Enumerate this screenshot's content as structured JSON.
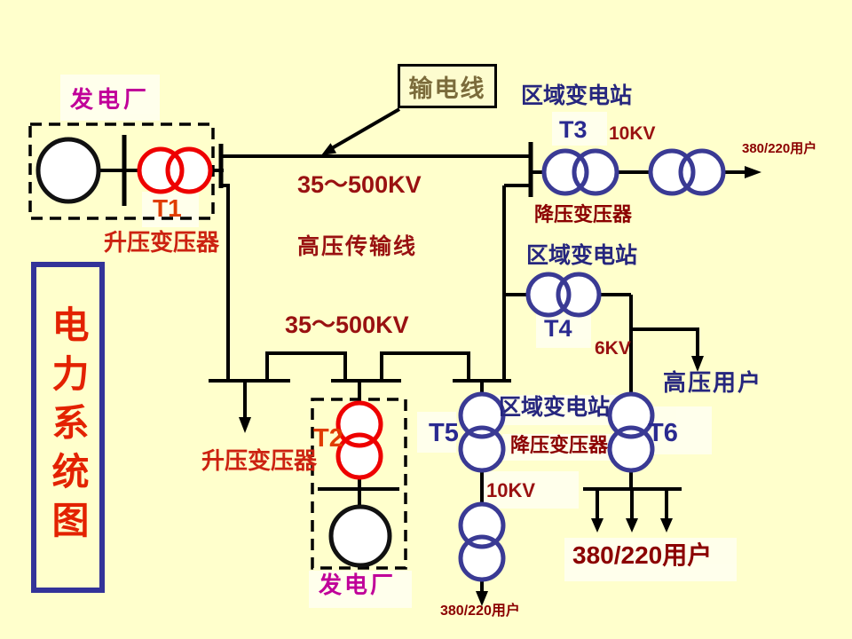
{
  "title": {
    "text": "电力系统图"
  },
  "labels": {
    "plant_top": "发电厂",
    "t1": "T1",
    "stepup_1": "升压变压器",
    "kv_range_1": "35～500KV",
    "hv_line": "高压传输线",
    "kv_range_2": "35～500KV",
    "transmission_line": "输电线",
    "substation_1": "区域变电站",
    "t3": "T3",
    "kv10_1": "10KV",
    "users_380_220_right": "380/220用户",
    "stepdown_1": "降压变压器",
    "substation_2": "区域变电站",
    "t4": "T4",
    "kv6": "6KV",
    "hv_users": "高压用户",
    "t5": "T5",
    "substation_3": "区域变电站",
    "stepdown_2": "降压变压器",
    "t6": "T6",
    "t2": "T2",
    "stepup_2": "升压变压器",
    "kv10_2": "10KV",
    "users_380_220_big": "380/220用户",
    "plant_bottom": "发电厂",
    "users_380_220_small": "380/220用户"
  },
  "colors": {
    "background": "#FFFFCC",
    "wire": "#000000",
    "stepup_transformer_circle": "#EE0000",
    "stepdown_transformer_circle": "#3A3A94",
    "generator_circle": "#111111",
    "title_text": "#E32200",
    "title_border": "#333399",
    "plant_label": "#C00099",
    "voltage_label": "#991111",
    "stepup_label": "#CC2211",
    "stepdown_label": "#8B0000",
    "substation_label": "#26267E",
    "transmission_box_label": "#7B6B3B"
  }
}
